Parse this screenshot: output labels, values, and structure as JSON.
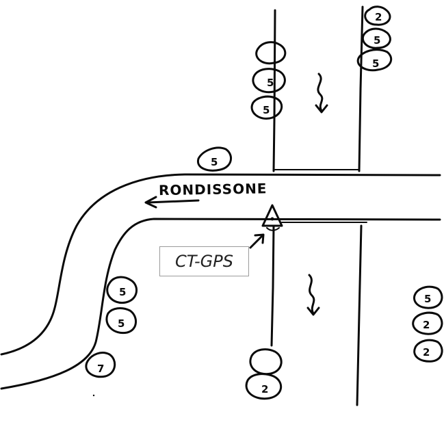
{
  "diagram": {
    "street_name": "RONDISSONE",
    "gps_label": "CT-GPS",
    "bush_labels": {
      "top_right": [
        "2",
        "5",
        "5"
      ],
      "top_center": [
        "",
        "5",
        "5"
      ],
      "upper_road": "5",
      "lower_left": [
        "5",
        "5",
        "7"
      ],
      "bottom_center": [
        "",
        "2"
      ],
      "right_edge": [
        "5",
        "2",
        "2"
      ]
    }
  }
}
